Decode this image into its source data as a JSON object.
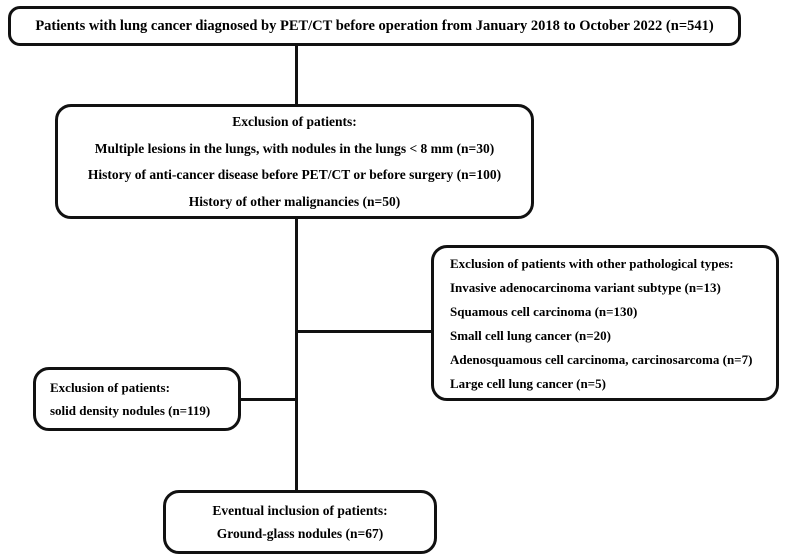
{
  "chart_data": {
    "type": "diagram",
    "title": "Patient selection flowchart",
    "nodes": [
      {
        "id": "enrolled",
        "role": "enrollment",
        "lines": [
          "Patients with lung cancer diagnosed by PET/CT before operation from January 2018 to October 2022 (n=541)"
        ],
        "count": 541
      },
      {
        "id": "exclusion-general",
        "role": "exclusion",
        "lines": [
          "Exclusion of patients:",
          "Multiple lesions in the lungs, with nodules in the lungs < 8 mm (n=30)",
          "History of anti-cancer disease before PET/CT or before surgery (n=100)",
          "History of other malignancies (n=50)"
        ],
        "counts": [
          30,
          100,
          50
        ]
      },
      {
        "id": "exclusion-pathology",
        "role": "exclusion",
        "lines": [
          "Exclusion of patients with other pathological types:",
          "Invasive adenocarcinoma variant subtype (n=13)",
          "Squamous cell carcinoma (n=130)",
          "Small cell lung cancer (n=20)",
          "Adenosquamous cell carcinoma, carcinosarcoma (n=7)",
          "Large cell lung cancer (n=5)"
        ],
        "counts": [
          13,
          130,
          20,
          7,
          5
        ]
      },
      {
        "id": "exclusion-solid",
        "role": "exclusion",
        "lines": [
          "Exclusion of patients:",
          "solid density nodules (n=119)"
        ],
        "counts": [
          119
        ]
      },
      {
        "id": "included",
        "role": "inclusion",
        "lines": [
          "Eventual inclusion of patients:",
          "Ground-glass nodules (n=67)"
        ],
        "count": 67
      }
    ],
    "edges": [
      {
        "from": "enrolled",
        "to": "exclusion-general",
        "orientation": "vertical"
      },
      {
        "from": "spine",
        "to": "exclusion-pathology",
        "orientation": "horizontal"
      },
      {
        "from": "spine",
        "to": "exclusion-solid",
        "orientation": "horizontal"
      },
      {
        "from": "exclusion-general",
        "to": "included",
        "orientation": "vertical"
      }
    ],
    "colors": {
      "stroke": "#111111",
      "background": "#ffffff",
      "text": "#000000"
    }
  },
  "enrolled": {
    "line1": "Patients with lung cancer diagnosed by PET/CT before operation from January 2018 to October 2022 (n=541)"
  },
  "exclusion_general": {
    "heading": "Exclusion of patients:",
    "item1": "Multiple lesions in the lungs, with nodules in the lungs < 8 mm (n=30)",
    "item2": "History of anti-cancer disease before PET/CT or before surgery (n=100)",
    "item3": "History of other malignancies (n=50)"
  },
  "exclusion_pathology": {
    "heading": "Exclusion of patients with other pathological types:",
    "item1": "Invasive adenocarcinoma variant subtype (n=13)",
    "item2": "Squamous cell carcinoma (n=130)",
    "item3": "Small cell lung cancer (n=20)",
    "item4": "Adenosquamous cell carcinoma, carcinosarcoma (n=7)",
    "item5": "Large cell lung cancer (n=5)"
  },
  "exclusion_solid": {
    "heading": "Exclusion of patients:",
    "item1": "solid density nodules (n=119)"
  },
  "included": {
    "heading": "Eventual inclusion of patients:",
    "item1": "Ground-glass nodules (n=67)"
  }
}
